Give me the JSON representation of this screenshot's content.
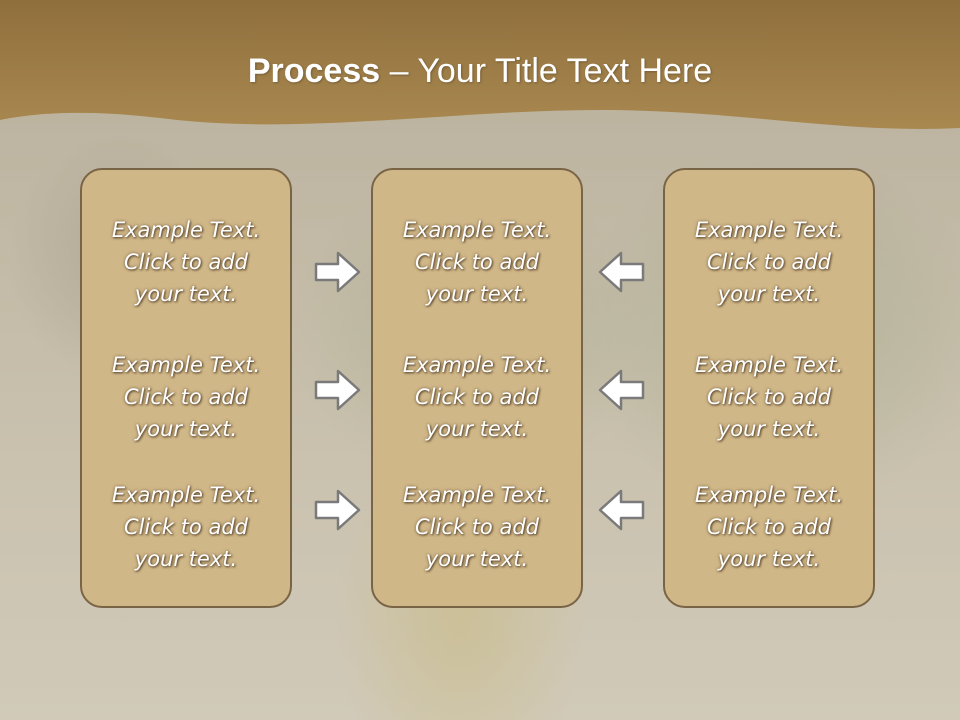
{
  "slide": {
    "title_bold": "Process",
    "title_rest": " – Your Title Text Here"
  },
  "columns": [
    {
      "items": [
        "Example Text.\nClick  to add\nyour text.",
        "Example Text.\nClick  to add\nyour text.",
        "Example Text.\nClick  to add\nyour text."
      ]
    },
    {
      "items": [
        "Example Text.\nClick  to add\nyour text.",
        "Example Text.\nClick  to add\nyour text.",
        "Example Text.\nClick  to add\nyour text."
      ]
    },
    {
      "items": [
        "Example Text.\nClick  to add\nyour text.",
        "Example Text.\nClick  to add\nyour text.",
        "Example Text.\nClick  to add\nyour text."
      ]
    }
  ],
  "arrows": {
    "left_group": [
      "right-arrow-icon",
      "right-arrow-icon",
      "right-arrow-icon"
    ],
    "right_group": [
      "left-arrow-icon",
      "left-arrow-icon",
      "left-arrow-icon"
    ]
  },
  "colors": {
    "header": "#9c7c47",
    "panel_fill": "#d0b788",
    "panel_border": "#7a6446",
    "text": "#ffffff"
  }
}
